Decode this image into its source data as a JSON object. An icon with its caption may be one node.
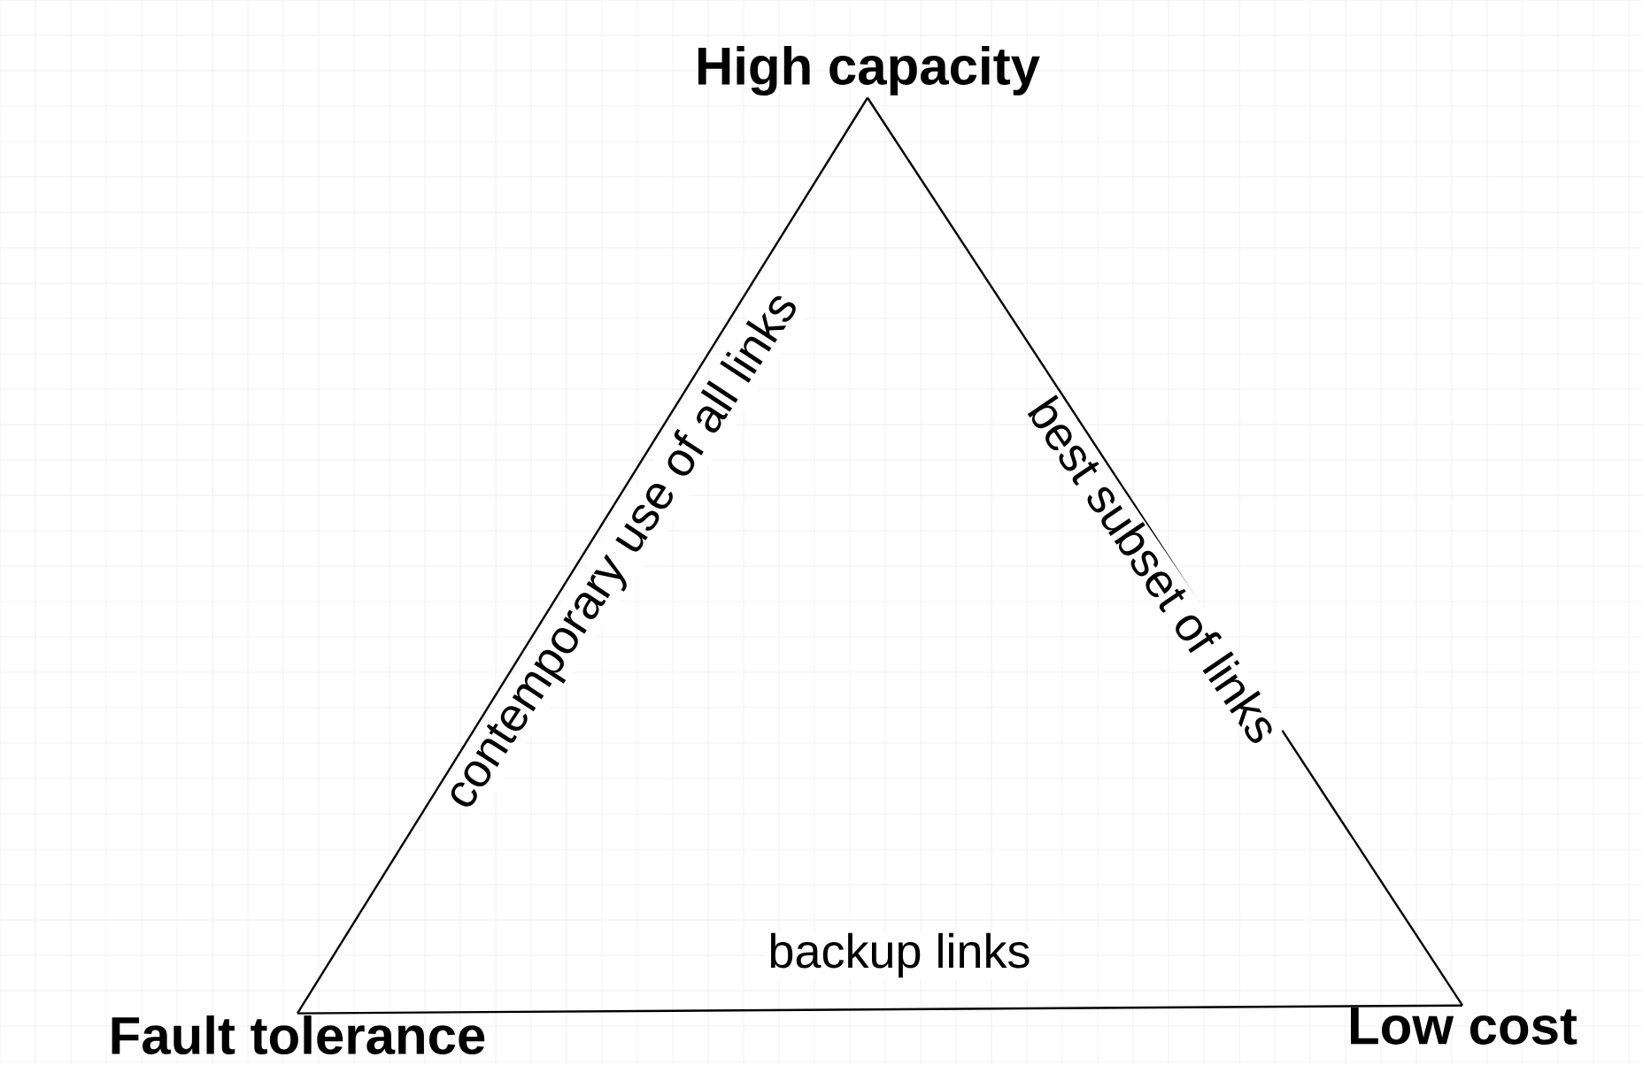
{
  "diagram": {
    "nodes": [
      {
        "text": [
          "High capacity"
        ]
      },
      {
        "text": [
          "Fault tolerance"
        ]
      },
      {
        "text": [
          "Low cost"
        ]
      }
    ],
    "edges": [
      {
        "from": 1,
        "to": 0,
        "arrow": "none",
        "label": "contemporary use of all links"
      },
      {
        "from": 0,
        "to": 2,
        "arrow": "none",
        "label": "best subset of links"
      },
      {
        "from": 1,
        "to": 2,
        "arrow": "none",
        "label": "backup links"
      }
    ]
  }
}
